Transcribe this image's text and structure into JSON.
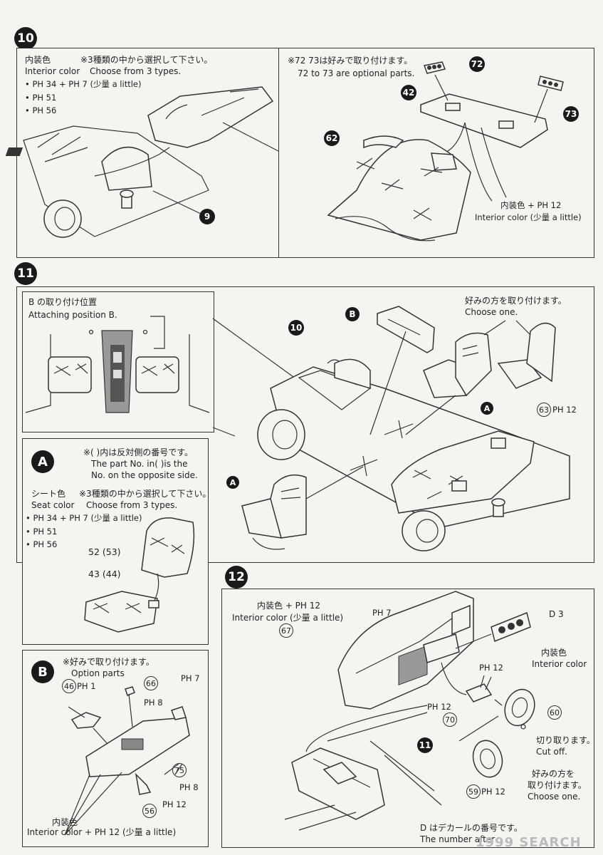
{
  "steps": {
    "s10": {
      "badge": "10",
      "left": {
        "color_title_jp": "内装色",
        "choose_jp": "※3種類の中から選択して下さい。",
        "color_title_en": "Interior color",
        "choose_en": "Choose from 3 types.",
        "paint1": "• PH 34 + PH 7 (少量 a little)",
        "paint2": "• PH 51",
        "paint3": "• PH 56",
        "part": "9"
      },
      "right": {
        "optional_jp": "※72 73は好みで取り付けます。",
        "optional_en": "72 to 73 are optional parts.",
        "parts": [
          "72",
          "42",
          "73",
          "62"
        ],
        "color_jp": "内装色 + PH 12",
        "color_en": "Interior color (少量 a little)"
      }
    },
    "s11": {
      "badge": "11",
      "attach": {
        "line1": "B の取り付け位置",
        "line2": "Attaching position B."
      },
      "choose": {
        "jp": "好みの方を取り付けます。",
        "en": "Choose one."
      },
      "parts": [
        "B",
        "10",
        "A",
        "A",
        "63"
      ],
      "paint63": "PH 12"
    },
    "subA": {
      "badge": "A",
      "note_jp": "※(   )内は反対側の番号です。",
      "note_en1": "The part No. in(   )is the",
      "note_en2": "No. on the opposite side.",
      "seat_jp": "シート色",
      "choose_jp": "※3種類の中から選択して下さい。",
      "seat_en": "Seat color",
      "choose_en": "Choose from 3 types.",
      "paint1": "• PH 34 + PH 7 (少量 a little)",
      "paint2": "• PH 51",
      "paint3": "• PH 56",
      "part1": "52 (53)",
      "part2": "43 (44)"
    },
    "subB": {
      "badge": "B",
      "option_jp": "※好みで取り付けます。",
      "option_en": "Option parts",
      "p46": "46",
      "p46_paint": "PH 1",
      "p66": "66",
      "p66_paint": "PH 8",
      "p_top": "PH 7",
      "p75": "75",
      "p75_paint": "PH 8",
      "p56": "56",
      "p56_paint": "PH 12",
      "color_jp": "内装色",
      "color_en": "Interior color + PH 12 (少量 a little)"
    },
    "s12": {
      "badge": "12",
      "color_jp": "内装色 + PH 12",
      "color_en": "Interior color (少量 a little)",
      "p67": "67",
      "ph7": "PH 7",
      "decal": "D 3",
      "ph12a": "PH 12",
      "ph12b": "PH 12",
      "color2_jp": "内装色",
      "color2_en": "Interior color",
      "p70": "70",
      "p60": "60",
      "cut_jp": "切り取ります。",
      "cut_en": "Cut off.",
      "p11": "11",
      "choose_jp1": "好みの方を",
      "choose_jp2": "取り付けます。",
      "choose_en": "Choose one.",
      "p59": "59",
      "p59_paint": "PH 12",
      "decal_note_jp": "D はデカールの番号です。",
      "decal_note_en": "The number after"
    }
  },
  "watermark": "1999 SEARCH"
}
